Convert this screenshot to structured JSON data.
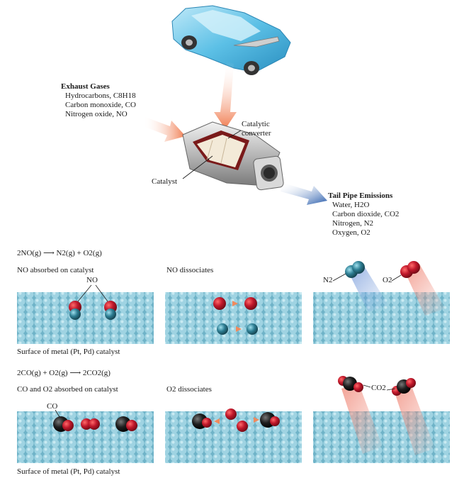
{
  "exhaust": {
    "title": "Exhaust Gases",
    "lines": [
      "Hydrocarbons, C8H18",
      "Carbon monoxide, CO",
      "Nitrogen oxide, NO"
    ]
  },
  "converter_label_1": "Catalytic",
  "converter_label_2": "converter",
  "catalyst_label": "Catalyst",
  "tailpipe": {
    "title": "Tail Pipe Emissions",
    "lines": [
      "Water, H2O",
      "Carbon dioxide, CO2",
      "Nitrogen, N2",
      "Oxygen, O2"
    ]
  },
  "reaction1": {
    "equation": "2NO(g) ⟶ N2(g) + O2(g)",
    "step1": "NO absorbed on catalyst",
    "step1_molecule": "NO",
    "step2": "NO dissociates",
    "n2_label": "N2",
    "o2_label": "O2",
    "surface": "Surface of metal (Pt, Pd) catalyst"
  },
  "reaction2": {
    "equation": "2CO(g) + O2(g) ⟶ 2CO2(g)",
    "step1": "CO and O2 absorbed on catalyst",
    "step1_molecule": "CO",
    "step2": "O2 dissociates",
    "co2_label": "CO2",
    "surface": "Surface of metal (Pt, Pd) catalyst"
  },
  "colors": {
    "oxygen": "#b0182b",
    "nitrogen": "#2e7e93",
    "carbon": "#1b1b1b",
    "surface": "#8fc9d9",
    "arrow_in": "#f08a5d",
    "arrow_out": "#1f55a8"
  }
}
